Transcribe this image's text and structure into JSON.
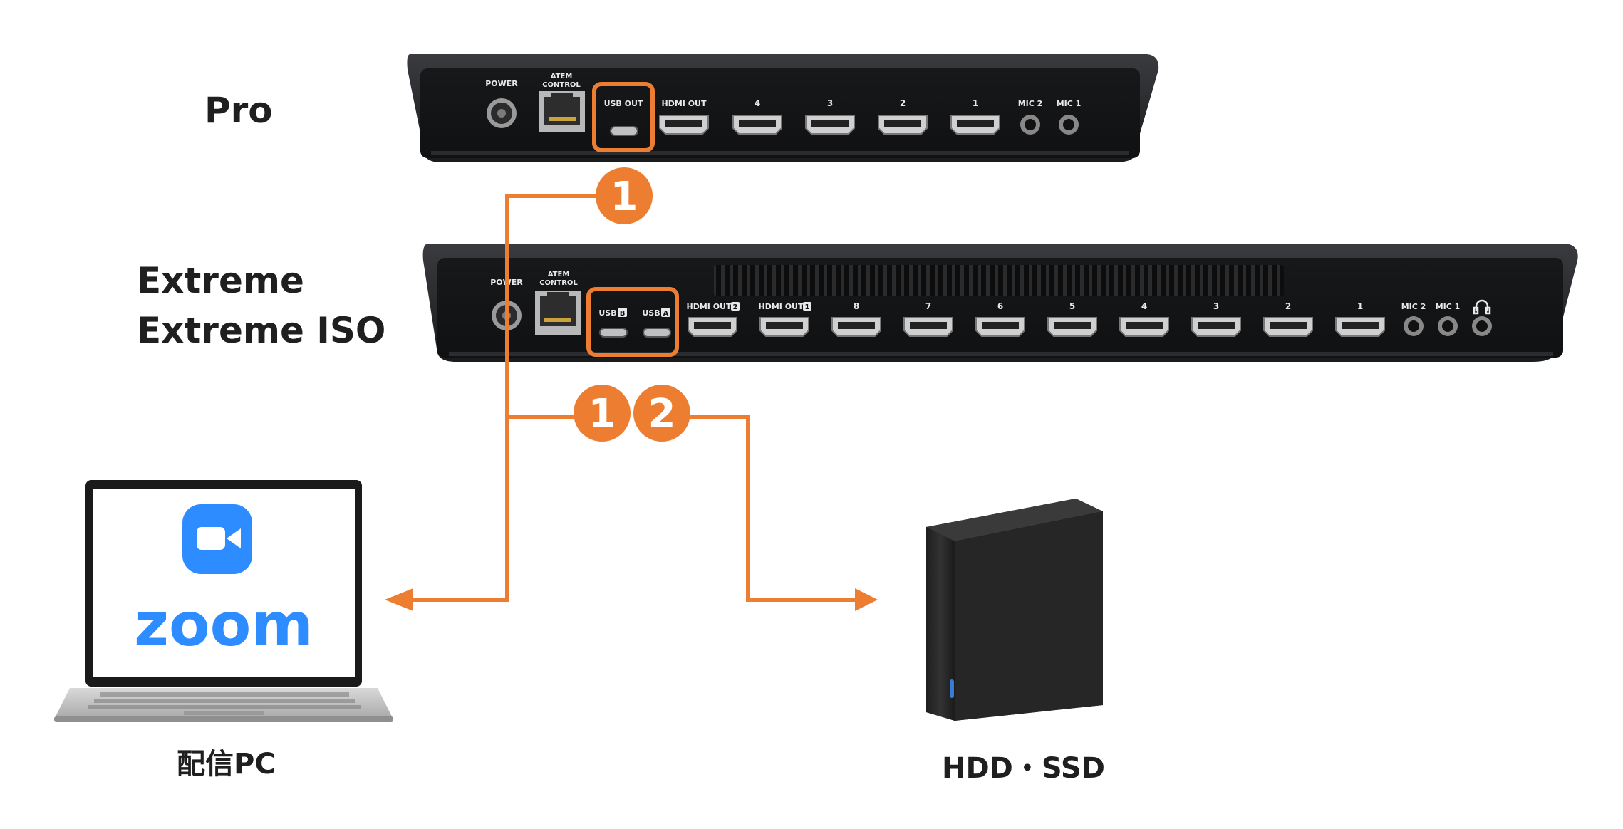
{
  "labels": {
    "pro": "Pro",
    "extreme": "Extreme",
    "extreme_iso": "Extreme ISO",
    "pc": "配信PC",
    "storage": "HDD・SSD",
    "zoom": "zoom"
  },
  "pro_unit": {
    "power": "POWER",
    "atem_control_1": "ATEM",
    "atem_control_2": "CONTROL",
    "usb_out": "USB OUT",
    "hdmi_out": "HDMI OUT",
    "hdmi_4": "4",
    "hdmi_3": "3",
    "hdmi_2": "2",
    "hdmi_1": "1",
    "mic_2": "MIC 2",
    "mic_1": "MIC 1"
  },
  "extreme_unit": {
    "power": "POWER",
    "atem_control_1": "ATEM",
    "atem_control_2": "CONTROL",
    "usb_b": "USB",
    "usb_b_tag": "B",
    "usb_a": "USB",
    "usb_a_tag": "A",
    "hdmi_out_2": "HDMI OUT",
    "hdmi_out_2_tag": "2",
    "hdmi_out_1": "HDMI OUT",
    "hdmi_out_1_tag": "1",
    "hdmi_8": "8",
    "hdmi_7": "7",
    "hdmi_6": "6",
    "hdmi_5": "5",
    "hdmi_4": "4",
    "hdmi_3": "3",
    "hdmi_2": "2",
    "hdmi_1": "1",
    "mic_2": "MIC 2",
    "mic_1": "MIC 1",
    "headphones_icon": "headphones-icon"
  },
  "badges": {
    "pro_usb": "1",
    "extreme_usb_b": "1",
    "extreme_usb_a": "2"
  },
  "colors": {
    "accent": "#ED7D31",
    "device_body": "#1b1c1e",
    "zoom_blue": "#2D8CFF"
  }
}
